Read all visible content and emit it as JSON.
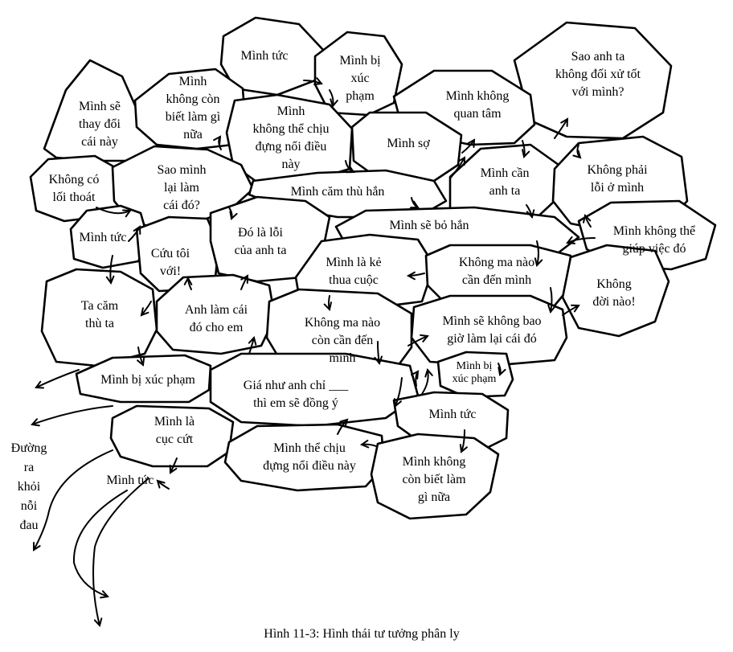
{
  "caption": "Hình 11-3: Hình thái tư tưởng phân ly",
  "exit_label": [
    "Đường",
    "ra",
    "khỏi",
    "nỗi",
    "đau"
  ],
  "stones": [
    {
      "id": "minh-tuc-top",
      "lines": [
        "Mình tức"
      ]
    },
    {
      "id": "minh-bi-xuc-pham-top",
      "lines": [
        "Mình bị",
        "xúc",
        "phạm"
      ]
    },
    {
      "id": "sao-anh-ta",
      "lines": [
        "Sao anh ta",
        "không đối xử tốt",
        "với mình?"
      ]
    },
    {
      "id": "minh-se-thay-doi",
      "lines": [
        "Mình sẽ",
        "thay đổi",
        "cái này"
      ]
    },
    {
      "id": "minh-khong-con-biet-lam-gi-top",
      "lines": [
        "Mình",
        "không còn",
        "biết làm gì",
        "nữa"
      ]
    },
    {
      "id": "minh-khong-the-chiu",
      "lines": [
        "Mình",
        "không thể chịu",
        "đựng nổi điều",
        "này"
      ]
    },
    {
      "id": "minh-khong-quan-tam",
      "lines": [
        "Mình không",
        "quan tâm"
      ]
    },
    {
      "id": "minh-so",
      "lines": [
        "Mình sợ"
      ]
    },
    {
      "id": "khong-co-loi-thoat",
      "lines": [
        "Không có",
        "lối thoát"
      ]
    },
    {
      "id": "sao-minh-lai-lam",
      "lines": [
        "Sao mình",
        "lại làm",
        "cái đó?"
      ]
    },
    {
      "id": "minh-cam-thu",
      "lines": [
        "Mình căm thù hắn"
      ]
    },
    {
      "id": "minh-can-anh-ta",
      "lines": [
        "Mình cần",
        "anh ta"
      ]
    },
    {
      "id": "khong-phai-loi",
      "lines": [
        "Không phải",
        "lỗi ở mình"
      ]
    },
    {
      "id": "minh-tuc-left",
      "lines": [
        "Mình tức"
      ]
    },
    {
      "id": "cuu-toi",
      "lines": [
        "Cứu tôi",
        "với!"
      ]
    },
    {
      "id": "do-la-loi",
      "lines": [
        "Đó là lỗi",
        "của anh ta"
      ]
    },
    {
      "id": "minh-se-bo-han",
      "lines": [
        "Mình sẽ bỏ hắn"
      ]
    },
    {
      "id": "minh-khong-the-giup",
      "lines": [
        "Mình không thể",
        "giúp việc đó"
      ]
    },
    {
      "id": "minh-la-ke-thua",
      "lines": [
        "Mình là kẻ",
        "thua cuộc"
      ]
    },
    {
      "id": "khong-ma-nao-can",
      "lines": [
        "Không ma nào",
        "cần đến mình"
      ]
    },
    {
      "id": "khong-doi-nao",
      "lines": [
        "Không",
        "đời nào!"
      ]
    },
    {
      "id": "ta-cam-thu",
      "lines": [
        "Ta căm",
        "thù ta"
      ]
    },
    {
      "id": "anh-lam-cai-do",
      "lines": [
        "Anh làm cái",
        "đó cho em"
      ]
    },
    {
      "id": "khong-ma-nao-con",
      "lines": [
        "Không ma nào",
        "còn cần đến",
        "mình"
      ]
    },
    {
      "id": "minh-se-khong-bao-gio",
      "lines": [
        "Mình sẽ không bao",
        "giờ làm lại cái đó"
      ]
    },
    {
      "id": "minh-bi-xuc-pham-left",
      "lines": [
        "Mình bị xúc phạm"
      ]
    },
    {
      "id": "gia-nhu",
      "lines": [
        "Giá như anh chỉ ___",
        "thì em sẽ đồng ý"
      ]
    },
    {
      "id": "minh-bi-xuc-pham-small",
      "lines": [
        "Mình bị",
        "xúc phạm"
      ]
    },
    {
      "id": "minh-tuc-lower-right",
      "lines": [
        "Mình tức"
      ]
    },
    {
      "id": "minh-la-cuc-cut",
      "lines": [
        "Mình là",
        "cục cứt"
      ]
    },
    {
      "id": "minh-the-chiu",
      "lines": [
        "Mình thể chịu",
        "đựng nổi điều này"
      ]
    },
    {
      "id": "minh-khong-con-biet-lam-gi-bottom",
      "lines": [
        "Mình không",
        "còn biết làm",
        "gì nữa"
      ]
    },
    {
      "id": "minh-tuc-bottom-left",
      "lines": [
        "Mình tức"
      ]
    }
  ]
}
